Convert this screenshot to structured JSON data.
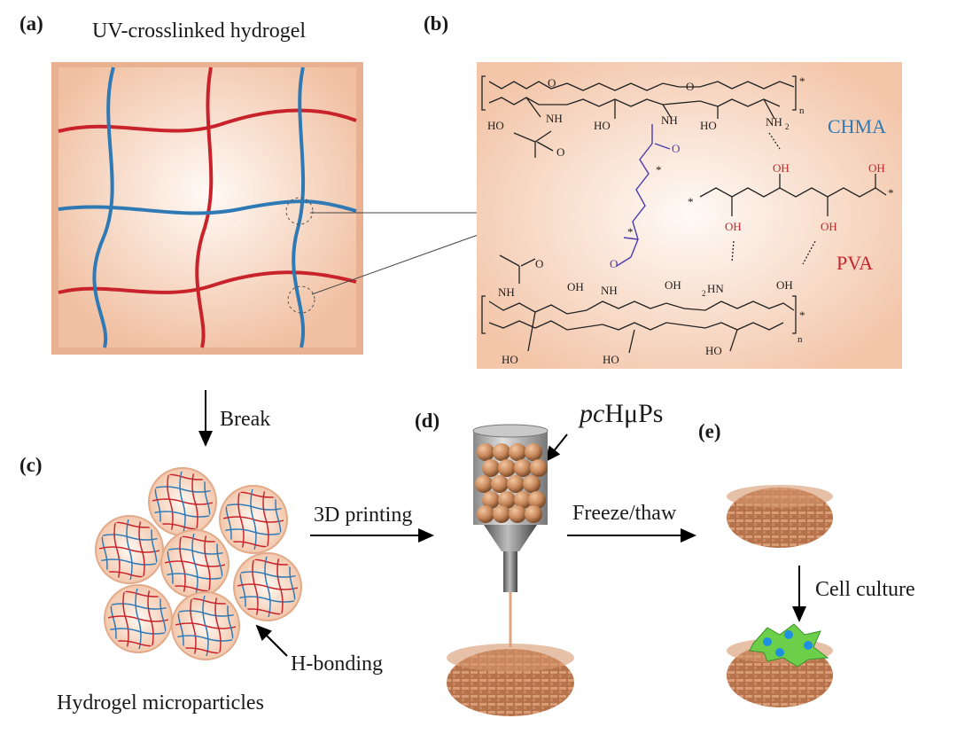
{
  "panels": {
    "a": {
      "label": "(a)",
      "title": "UV-crosslinked hydrogel"
    },
    "b": {
      "label": "(b)",
      "chma": "CHMA",
      "pva": "PVA"
    },
    "c": {
      "label": "(c)",
      "caption": "Hydrogel microparticles",
      "hbond": "H-bonding"
    },
    "d": {
      "label": "(d)",
      "particles_italic": "pc",
      "particles_rest": "HμPs"
    },
    "e": {
      "label": "(e)"
    }
  },
  "arrows": {
    "break": "Break",
    "printing": "3D printing",
    "freeze": "Freeze/thaw",
    "culture": "Cell culture"
  },
  "chem": {
    "ho": "HO",
    "nh": "NH",
    "nh2": "NH",
    "nh2_sub": "2",
    "o": "O",
    "oh": "OH",
    "hn": "HN",
    "hn_pre": "2",
    "n": "n",
    "star": "*"
  },
  "colors": {
    "red": "#c8232b",
    "blue": "#2f7ab5",
    "peach": "#f3c9ae",
    "tan": "#c98558",
    "cell": "#6ccf4a",
    "purple": "#4b3bb0"
  }
}
